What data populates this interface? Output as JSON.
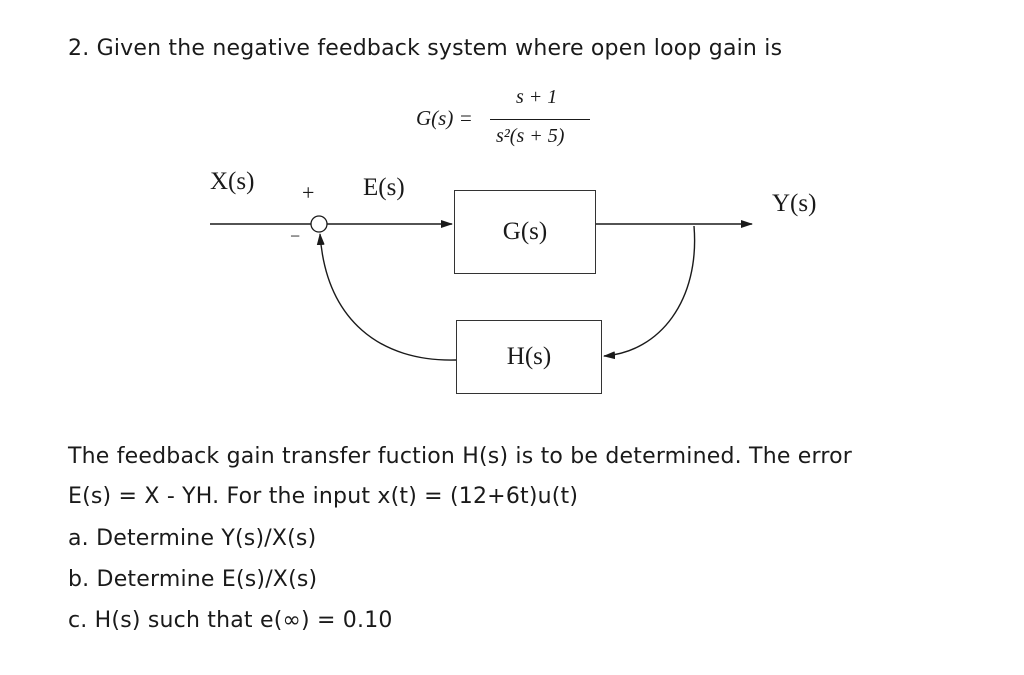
{
  "problem": {
    "heading": "2. Given the negative feedback system where open loop gain is"
  },
  "transfer_function": {
    "lhs": "G(s) =",
    "numerator": "s + 1",
    "denominator": "s²(s + 5)"
  },
  "diagram": {
    "input_label": "X(s)",
    "error_label": "E(s)",
    "output_label": "Y(s)",
    "plus_sign": "+",
    "minus_sign": "−",
    "forward_block": "G(s)",
    "feedback_block": "H(s)"
  },
  "question": {
    "line1": "The feedback gain transfer fuction H(s) is to be determined. The error",
    "line2": "E(s) = X - YH. For the input x(t) = (12+6t)u(t)",
    "part_a": "a. Determine Y(s)/X(s)",
    "part_b": "b. Determine E(s)/X(s)",
    "part_c": "c. H(s) such that e(∞) = 0.10"
  }
}
